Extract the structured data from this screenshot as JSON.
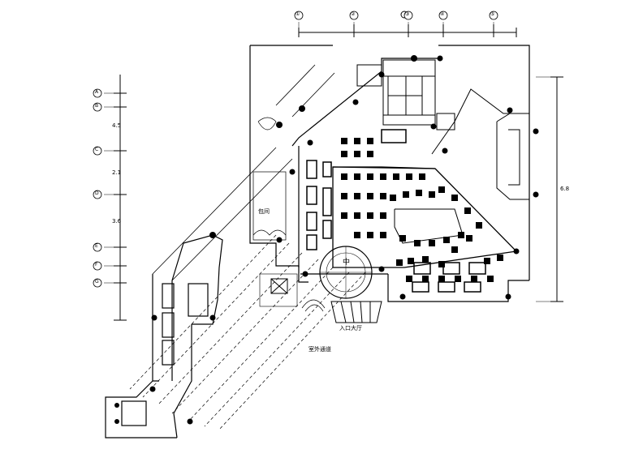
{
  "drawing": {
    "labels": {
      "entrance": "入口大厅",
      "corridor": "室外通道",
      "lounge": "包间",
      "center": "中",
      "notes": [
        "4.5",
        "2.1",
        "3.6",
        "6.8"
      ]
    },
    "top_axis": [
      "①",
      "②",
      "③",
      "④",
      "⑤"
    ],
    "left_axis": [
      "A",
      "B",
      "C",
      "D",
      "E",
      "F",
      "G"
    ],
    "colors": {
      "line": "#000000",
      "background": "#ffffff"
    }
  }
}
